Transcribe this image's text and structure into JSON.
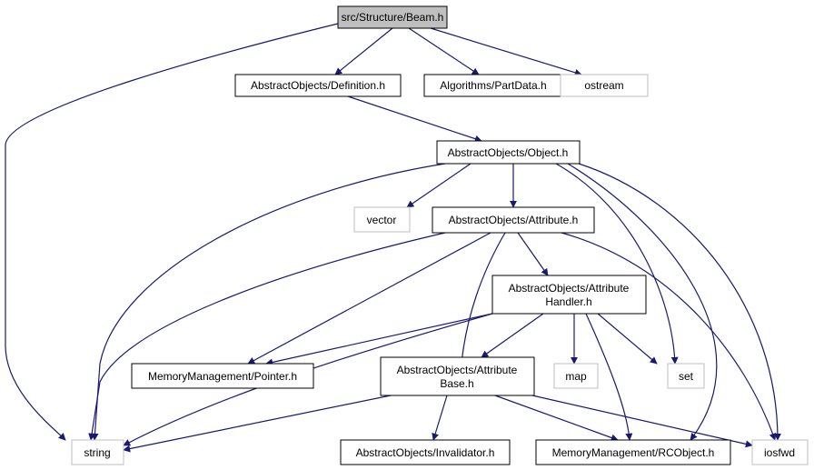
{
  "colors": {
    "edge": "#191970",
    "solid_border": "#000000",
    "external_border": "#bfbfbf",
    "root_fill": "#bfbfbf",
    "node_fill": "#ffffff",
    "text": "#000000"
  },
  "nodes": {
    "beam": {
      "lines": [
        "src/Structure/Beam.h"
      ],
      "kind": "root"
    },
    "definition": {
      "lines": [
        "AbstractObjects/Definition.h"
      ],
      "kind": "solid"
    },
    "partdata": {
      "lines": [
        "Algorithms/PartData.h"
      ],
      "kind": "solid"
    },
    "ostream": {
      "lines": [
        "ostream"
      ],
      "kind": "external"
    },
    "object": {
      "lines": [
        "AbstractObjects/Object.h"
      ],
      "kind": "solid"
    },
    "vector": {
      "lines": [
        "vector"
      ],
      "kind": "external"
    },
    "attribute": {
      "lines": [
        "AbstractObjects/Attribute.h"
      ],
      "kind": "solid"
    },
    "attrhandler": {
      "lines": [
        "AbstractObjects/Attribute",
        "Handler.h"
      ],
      "kind": "solid"
    },
    "pointer": {
      "lines": [
        "MemoryManagement/Pointer.h"
      ],
      "kind": "solid"
    },
    "attrbase": {
      "lines": [
        "AbstractObjects/Attribute",
        "Base.h"
      ],
      "kind": "solid"
    },
    "map": {
      "lines": [
        "map"
      ],
      "kind": "external"
    },
    "set": {
      "lines": [
        "set"
      ],
      "kind": "external"
    },
    "string": {
      "lines": [
        "string"
      ],
      "kind": "external"
    },
    "invalidator": {
      "lines": [
        "AbstractObjects/Invalidator.h"
      ],
      "kind": "solid"
    },
    "rcobject": {
      "lines": [
        "MemoryManagement/RCObject.h"
      ],
      "kind": "solid"
    },
    "iosfwd": {
      "lines": [
        "iosfwd"
      ],
      "kind": "external"
    }
  },
  "edges": [
    {
      "from": "beam",
      "to": "definition"
    },
    {
      "from": "beam",
      "to": "partdata"
    },
    {
      "from": "beam",
      "to": "ostream"
    },
    {
      "from": "beam",
      "to": "string"
    },
    {
      "from": "definition",
      "to": "object"
    },
    {
      "from": "object",
      "to": "vector"
    },
    {
      "from": "object",
      "to": "attribute"
    },
    {
      "from": "object",
      "to": "string"
    },
    {
      "from": "object",
      "to": "set"
    },
    {
      "from": "object",
      "to": "rcobject"
    },
    {
      "from": "object",
      "to": "iosfwd"
    },
    {
      "from": "attribute",
      "to": "attrhandler"
    },
    {
      "from": "attribute",
      "to": "pointer"
    },
    {
      "from": "attribute",
      "to": "attrbase"
    },
    {
      "from": "attribute",
      "to": "string"
    },
    {
      "from": "attribute",
      "to": "iosfwd"
    },
    {
      "from": "attrhandler",
      "to": "pointer"
    },
    {
      "from": "attrhandler",
      "to": "attrbase"
    },
    {
      "from": "attrhandler",
      "to": "map"
    },
    {
      "from": "attrhandler",
      "to": "set"
    },
    {
      "from": "attrhandler",
      "to": "string"
    },
    {
      "from": "attrhandler",
      "to": "rcobject"
    },
    {
      "from": "attrbase",
      "to": "invalidator"
    },
    {
      "from": "attrbase",
      "to": "rcobject"
    },
    {
      "from": "attrbase",
      "to": "string"
    },
    {
      "from": "attrbase",
      "to": "iosfwd"
    }
  ]
}
